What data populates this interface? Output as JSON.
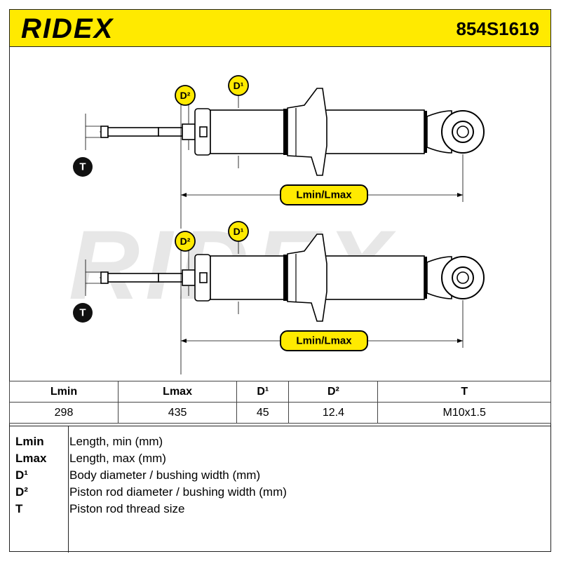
{
  "header": {
    "brand": "RIDEX",
    "part_number": "854S1619"
  },
  "drawing": {
    "watermark": "RIDEX",
    "labels": {
      "t": "T",
      "d1": "D¹",
      "d2": "D²",
      "length": "Lmin/Lmax"
    },
    "colors": {
      "accent": "#ffea00",
      "badge_dark": "#111111"
    }
  },
  "specs": {
    "headers": [
      "Lmin",
      "Lmax",
      "D¹",
      "D²",
      "T"
    ],
    "values": [
      "298",
      "435",
      "45",
      "12.4",
      "M10x1.5"
    ]
  },
  "legend": {
    "items": [
      {
        "key": "Lmin",
        "desc": "Length, min (mm)"
      },
      {
        "key": "Lmax",
        "desc": "Length, max (mm)"
      },
      {
        "key": "D¹",
        "desc": "Body diameter / bushing width (mm)"
      },
      {
        "key": "D²",
        "desc": "Piston rod diameter / bushing width (mm)"
      },
      {
        "key": "T",
        "desc": "Piston rod thread size"
      }
    ]
  }
}
